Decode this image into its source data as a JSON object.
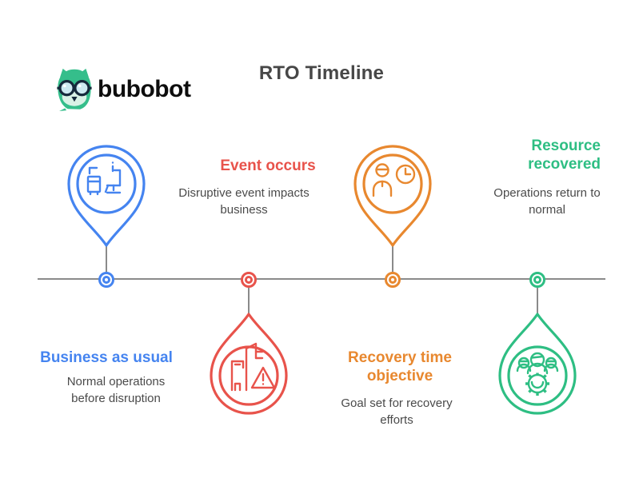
{
  "header": {
    "title": "RTO Timeline",
    "logo_text": "bubobot"
  },
  "colors": {
    "blue": "#4584F0",
    "red": "#E8534B",
    "orange": "#E8882F",
    "green": "#2EBE83",
    "timeline_line": "#8A8A8A",
    "heading_text": "#474747",
    "body_text": "#4A4A4A",
    "logo_body_green": "#35BE8B",
    "logo_lens_blue": "#CDE9F0",
    "logo_frame_dark": "#16293B"
  },
  "timeline": {
    "milestones": [
      {
        "id": "business-as-usual",
        "title": "Business as usual",
        "description": "Normal operations before disruption",
        "color": "#4584F0",
        "pin_side": "above",
        "icon": "workstation-icon"
      },
      {
        "id": "event-occurs",
        "title": "Event occurs",
        "description": "Disruptive event impacts business",
        "color": "#E8534B",
        "pin_side": "below",
        "icon": "building-warning-icon"
      },
      {
        "id": "recovery-time-objective",
        "title": "Recovery time objective",
        "description": "Goal set for recovery efforts",
        "color": "#E8882F",
        "pin_side": "above",
        "icon": "person-clock-icon"
      },
      {
        "id": "resource-recovered",
        "title": "Resource recovered",
        "description": "Operations return to normal",
        "color": "#2EBE83",
        "pin_side": "below",
        "icon": "team-gear-icon"
      }
    ]
  }
}
